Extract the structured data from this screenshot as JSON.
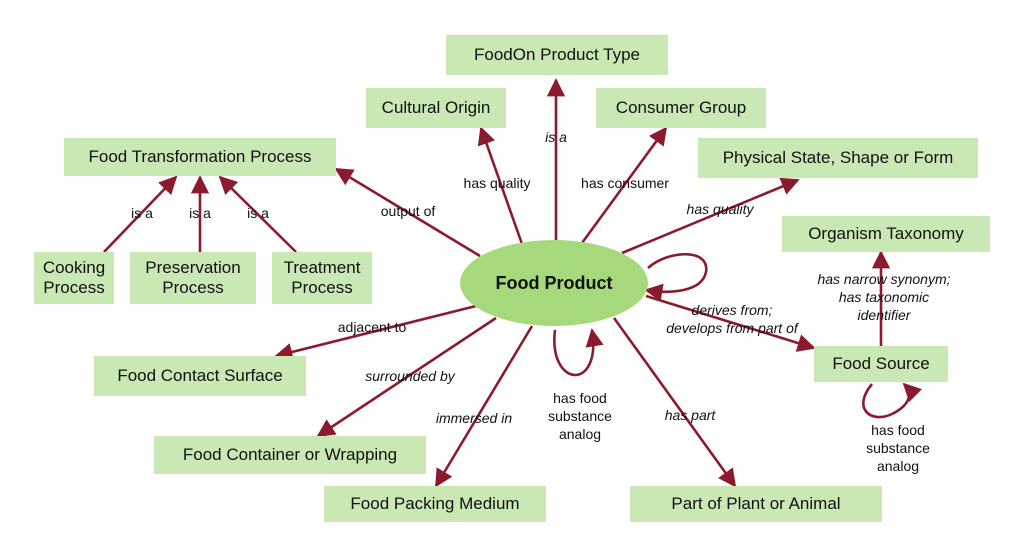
{
  "diagram": {
    "center": "Food Product",
    "nodes": {
      "foodon_product_type": "FoodOn Product Type",
      "cultural_origin": "Cultural Origin",
      "consumer_group": "Consumer Group",
      "food_transformation_process": "Food Transformation Process",
      "physical_state": "Physical State, Shape or Form",
      "organism_taxonomy": "Organism Taxonomy",
      "cooking_process": "Cooking\nProcess",
      "preservation_process": "Preservation\nProcess",
      "treatment_process": "Treatment\nProcess",
      "food_source": "Food Source",
      "food_contact_surface": "Food Contact Surface",
      "food_container": "Food Container or Wrapping",
      "food_packing_medium": "Food Packing Medium",
      "part_of_plant_or_animal": "Part of Plant or Animal"
    },
    "relations": {
      "is_a_top": "is a",
      "has_quality_cultural": "has quality",
      "has_consumer": "has consumer",
      "output_of": "output of",
      "has_quality_physical": "has quality",
      "is_a_cooking": "is a",
      "is_a_preservation": "is a",
      "is_a_treatment": "is a",
      "derives_from": "derives from;\ndevelops from part of",
      "has_narrow_synonym": "has narrow synonym;\nhas taxonomic identifier",
      "adjacent_to": "adjacent to",
      "surrounded_by": "surrounded by",
      "immersed_in": "immersed in",
      "has_food_substance_analog_center": "has food\nsubstance\nanalog",
      "has_part": "has part",
      "has_food_substance_analog_source": "has food\nsubstance\nanalog"
    },
    "colors": {
      "node_fill": "#c9e8b3",
      "center_fill": "#a6d87c",
      "arrow": "#8b1a2e"
    }
  }
}
